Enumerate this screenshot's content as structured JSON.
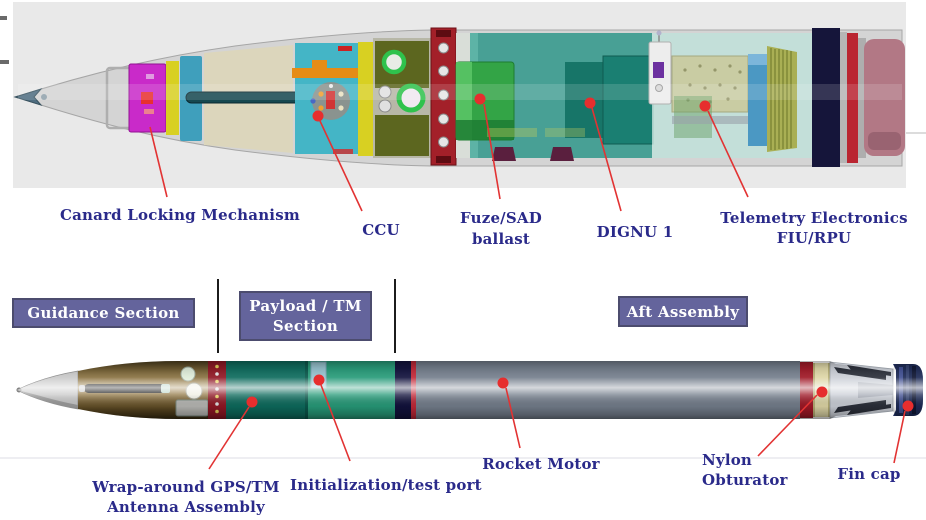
{
  "top_view": {
    "callouts": [
      {
        "lines": [
          "Canard Locking Mechanism"
        ]
      },
      {
        "lines": [
          "CCU"
        ]
      },
      {
        "lines": [
          "Fuze/SAD",
          "ballast"
        ]
      },
      {
        "lines": [
          "DIGNU 1"
        ]
      },
      {
        "lines": [
          "Telemetry Electronics",
          "FIU/RPU"
        ]
      }
    ]
  },
  "bottom_view": {
    "sections": [
      {
        "lines": [
          "Guidance Section"
        ]
      },
      {
        "lines": [
          "Payload / TM",
          "Section"
        ]
      },
      {
        "lines": [
          "Aft Assembly"
        ]
      }
    ],
    "callouts": [
      {
        "lines": [
          "Wrap-around GPS/TM",
          "Antenna Assembly"
        ]
      },
      {
        "lines": [
          "Initialization/test port"
        ]
      },
      {
        "lines": [
          "Rocket Motor"
        ]
      },
      {
        "lines": [
          "Nylon",
          "Obturator"
        ]
      },
      {
        "lines": [
          "Fin cap"
        ]
      }
    ]
  },
  "colors": {
    "callout_text": "#2a2a8a",
    "leader_line": "#e23333",
    "section_box_bg": "#64649c",
    "section_box_border": "#4c4c6e",
    "section_box_text": "#ffffff",
    "top_panel_bg": "#e9e9e9"
  }
}
